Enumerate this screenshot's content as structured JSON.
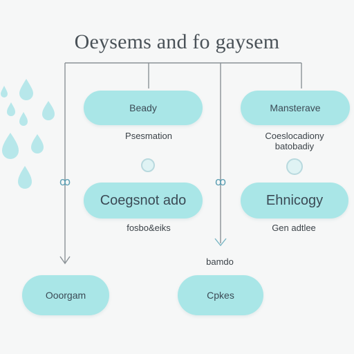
{
  "title": "Oeysems and fo gaysem",
  "nodes": [
    {
      "id": "top-left",
      "label": "Beady",
      "caption": "Psesmation"
    },
    {
      "id": "top-right",
      "label": "Mansterave",
      "caption": "Coeslocadiony\nbatobadiy"
    },
    {
      "id": "mid-left",
      "label": "Coegsnot ado",
      "caption": "fosbo&eiks"
    },
    {
      "id": "mid-right",
      "label": "Ehnicogy",
      "caption": "Gen adtlee"
    },
    {
      "id": "bottom-left",
      "label": "Ooorgam",
      "caption": ""
    },
    {
      "id": "bottom-mid",
      "label": "Cpkes",
      "caption": ""
    }
  ],
  "connector_labels": {
    "left_marker": "ꝏ",
    "mid_marker": "ꝏ",
    "mid_caption": "bamdo"
  },
  "colors": {
    "node_fill": "#a9e6e7",
    "line": "#8a9196",
    "drop": "#b7e7ea"
  },
  "icons": [
    "water-drop-icon",
    "down-arrow-icon",
    "node-dot-icon"
  ]
}
